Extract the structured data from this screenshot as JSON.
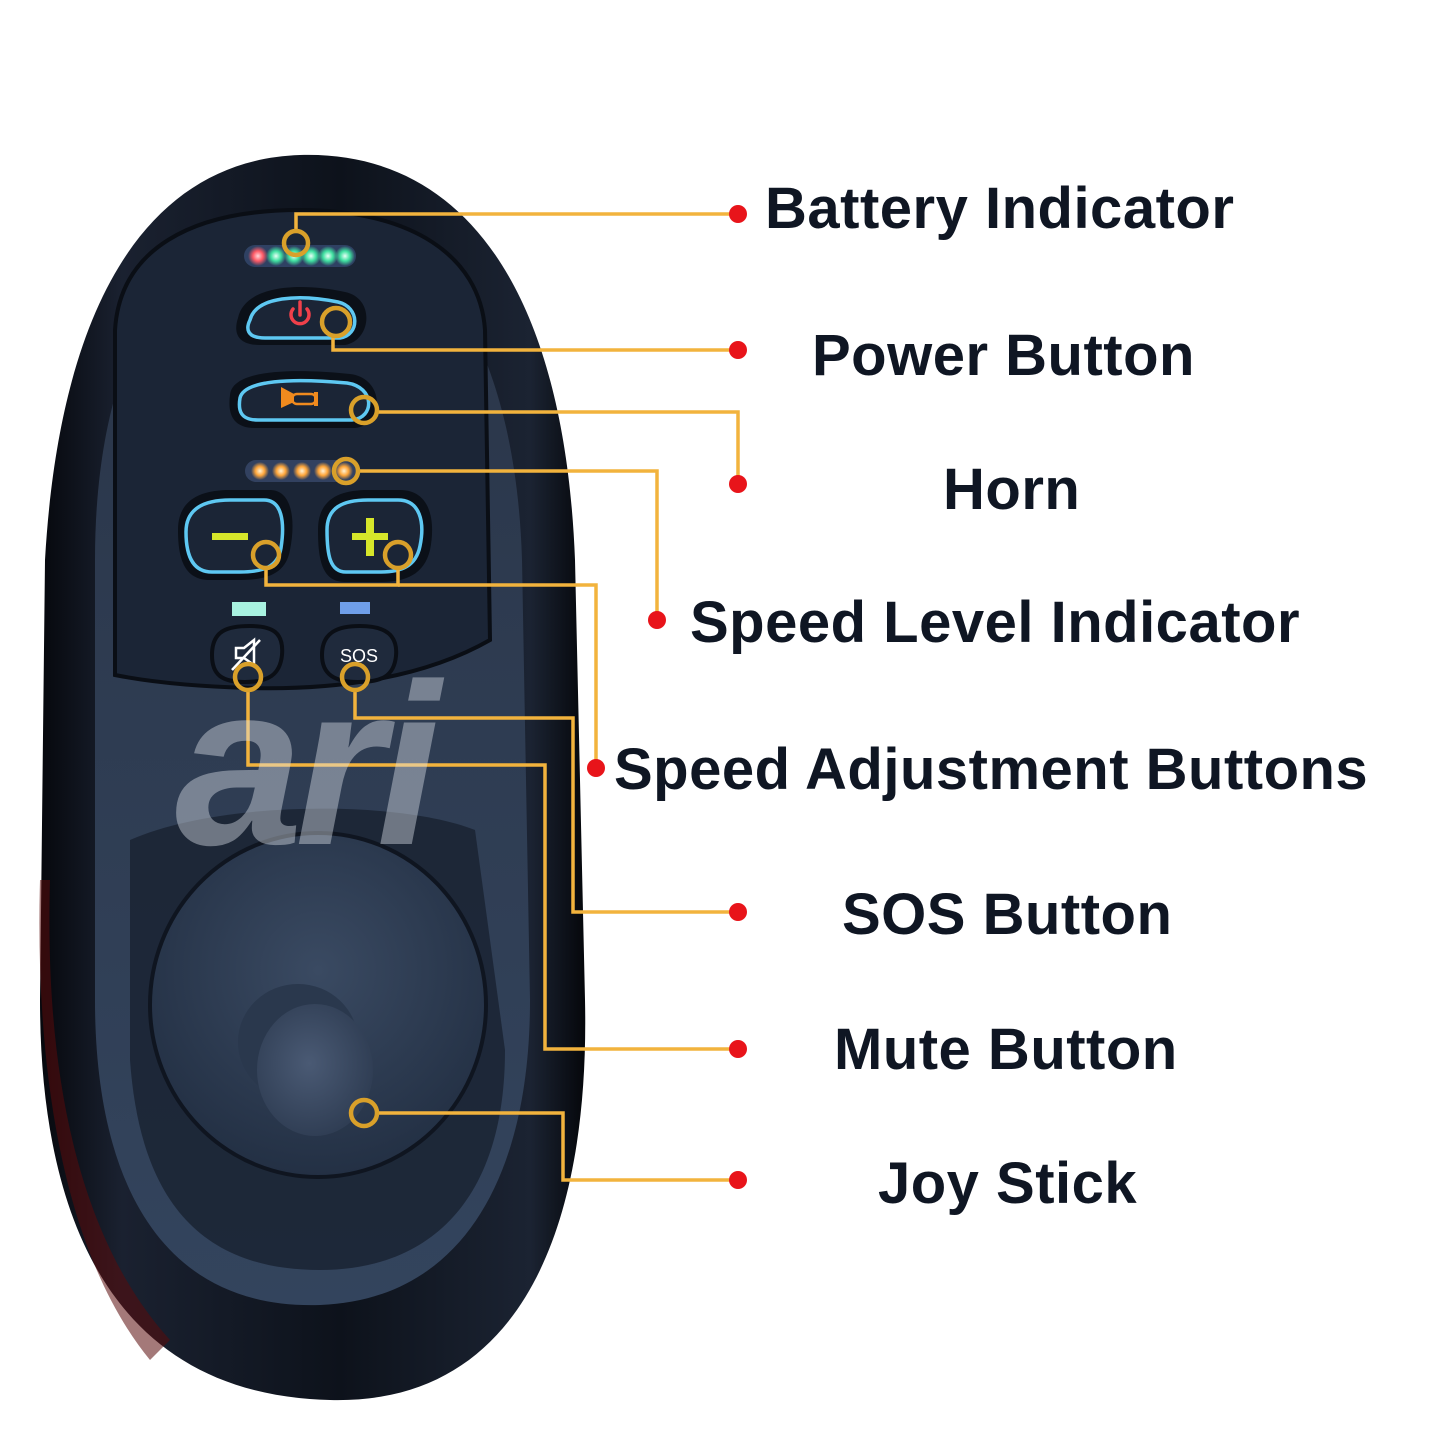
{
  "figure": {
    "subject": "Wheelchair joystick controller",
    "colors": {
      "background": "#ffffff",
      "label_text": "#0f1623",
      "connector_line": "#f2b33d",
      "marker_ring": "#d9a02a",
      "endpoint_dot": "#e8141a",
      "body": "#10141d",
      "panel": "#1e2a3c",
      "button_outline": "#5ec8f2",
      "power_icon": "#f0404a",
      "horn_icon": "#f08a1e",
      "plus_minus": "#d6e62a",
      "battery_led_red": "#ff5a66",
      "battery_led_green": "#3fe0a0",
      "speed_led": "#ffb347",
      "mute_led": "#a8f2e0",
      "sos_led": "#6f9ee8"
    },
    "watermark": "ari"
  },
  "device": {
    "battery_leds": [
      "red",
      "green",
      "green",
      "green",
      "green",
      "green"
    ],
    "speed_leds": [
      "amber",
      "amber",
      "amber",
      "amber",
      "amber"
    ],
    "buttons": {
      "power_icon": "power-icon",
      "horn_icon": "horn-icon",
      "minus_label": "−",
      "plus_label": "+",
      "mute_icon": "mute-icon",
      "sos_label": "SOS"
    }
  },
  "callouts": [
    {
      "id": "battery-indicator",
      "label": "Battery Indicator"
    },
    {
      "id": "power-button",
      "label": "Power Button"
    },
    {
      "id": "horn",
      "label": "Horn"
    },
    {
      "id": "speed-level-indicator",
      "label": "Speed Level Indicator"
    },
    {
      "id": "speed-adjustment-buttons",
      "label": "Speed Adjustment Buttons"
    },
    {
      "id": "sos-button",
      "label": "SOS Button"
    },
    {
      "id": "mute-button",
      "label": "Mute Button"
    },
    {
      "id": "joy-stick",
      "label": "Joy Stick"
    }
  ]
}
